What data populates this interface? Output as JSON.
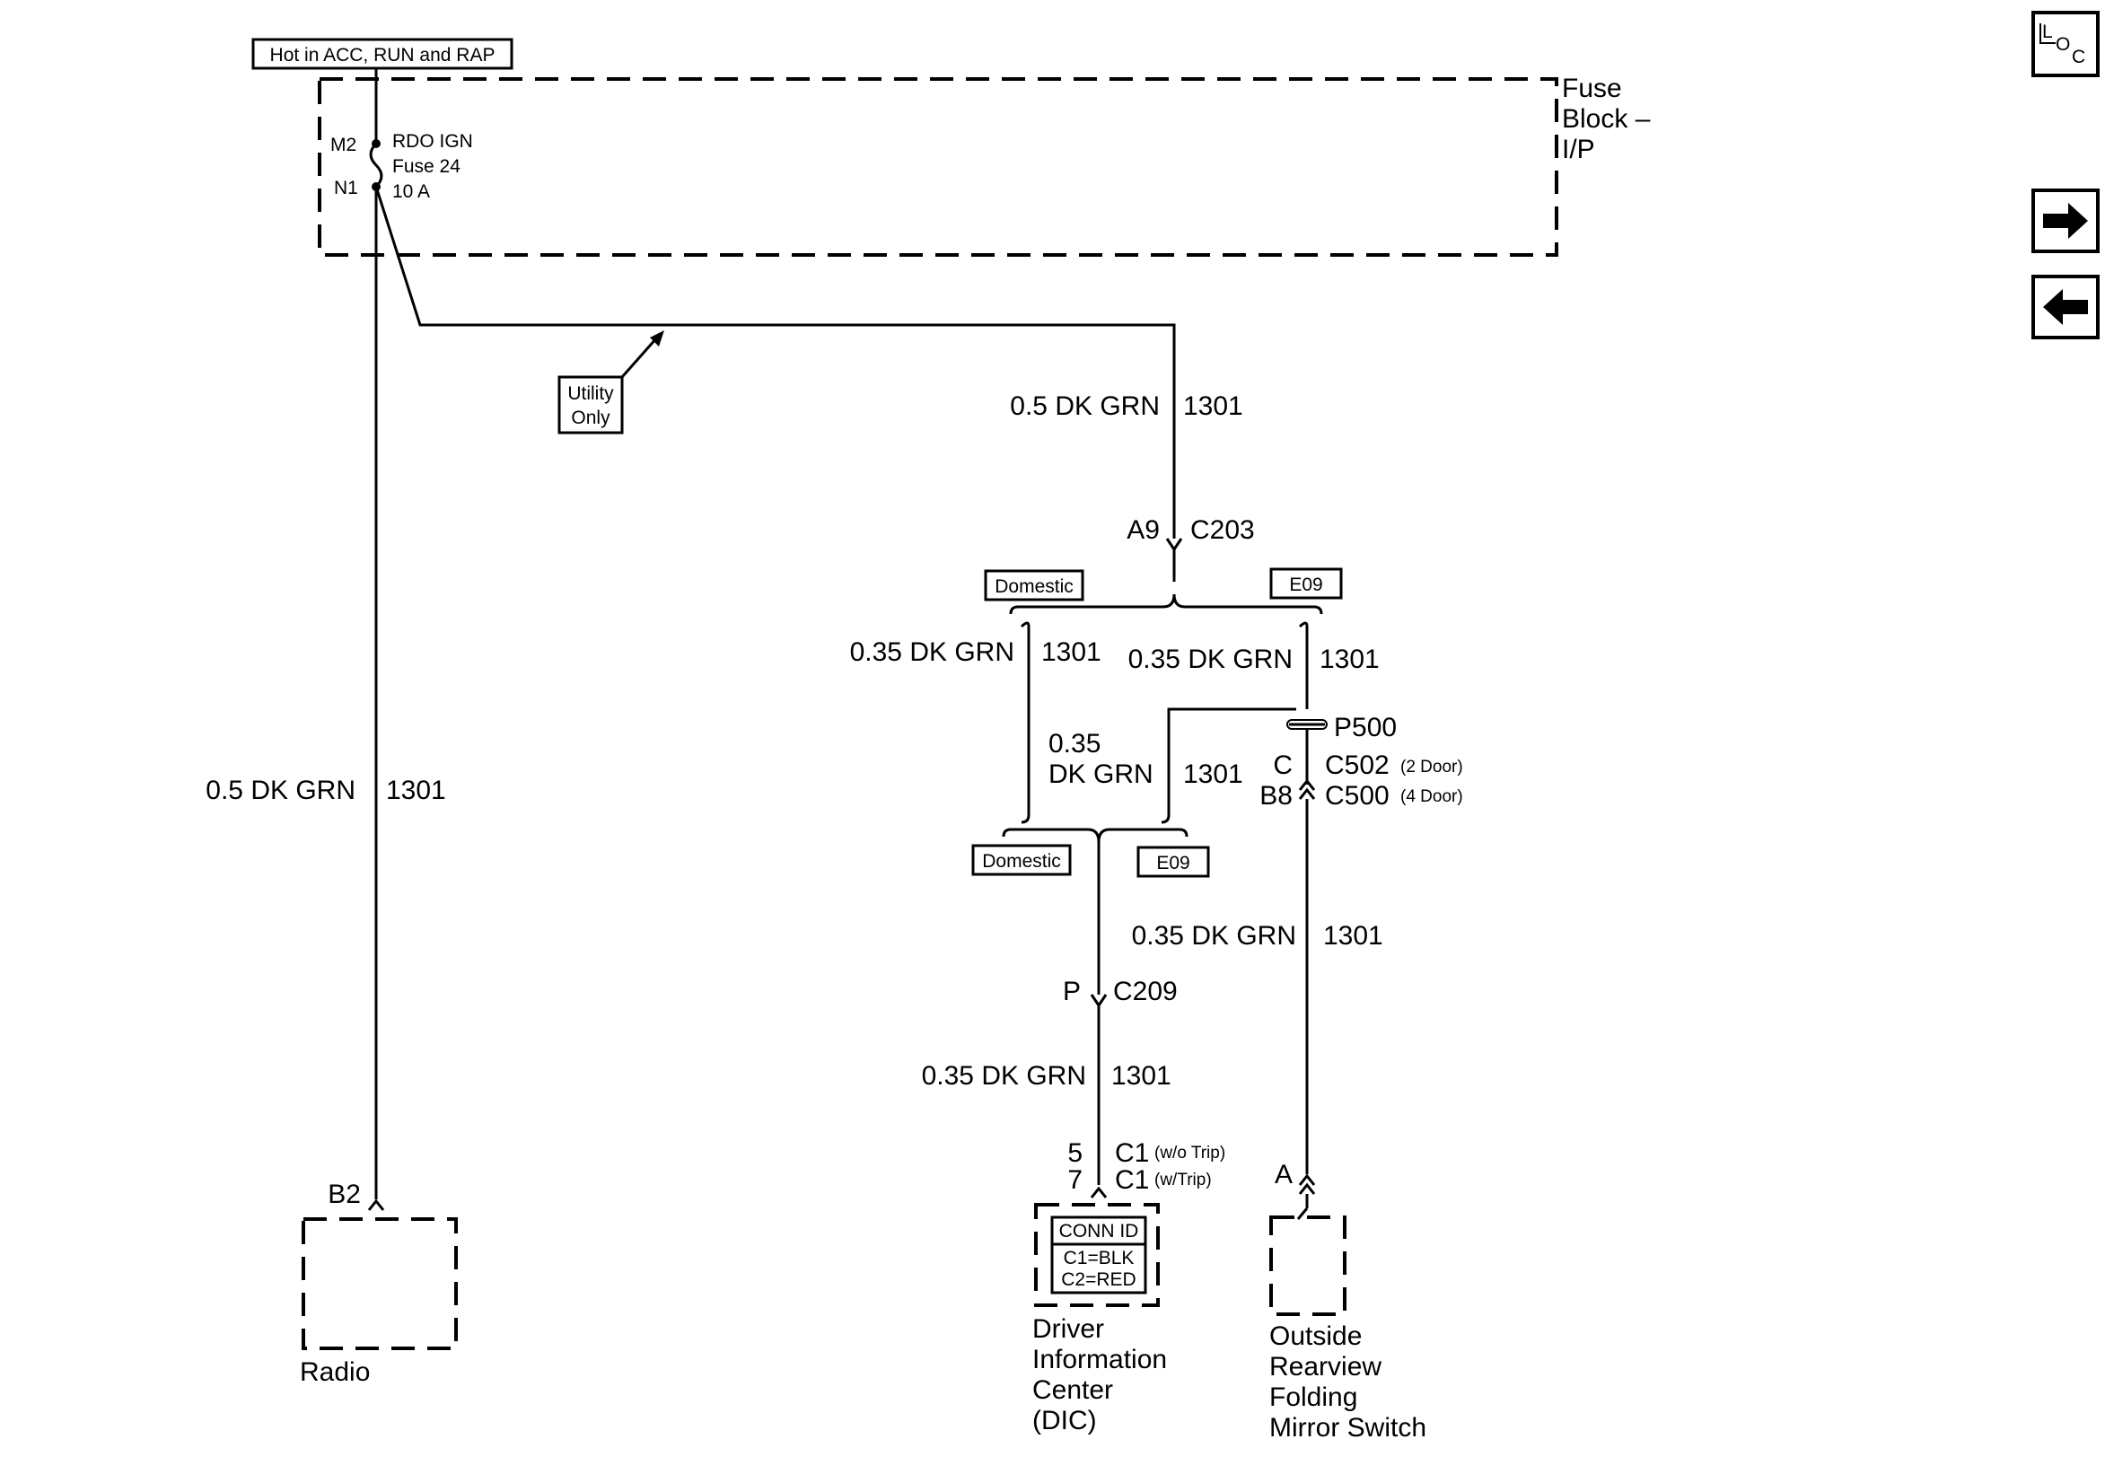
{
  "power_source": "Hot in ACC, RUN and RAP",
  "fuse_block": {
    "label_line1": "Fuse",
    "label_line2": "Block –",
    "label_line3": "I/P",
    "pin_top": "M2",
    "pin_bottom": "N1",
    "fuse_line1": "RDO IGN",
    "fuse_line2": "Fuse 24",
    "fuse_line3": "10 A"
  },
  "utility_note": {
    "line1": "Utility",
    "line2": "Only"
  },
  "wires": {
    "radio_feed": {
      "gauge_color": "0.5 DK GRN",
      "circuit": "1301"
    },
    "main_feed": {
      "gauge_color": "0.5 DK GRN",
      "circuit": "1301"
    },
    "left_branch": {
      "gauge_color": "0.35 DK GRN",
      "circuit": "1301"
    },
    "right_branch": {
      "gauge_color": "0.35 DK GRN",
      "circuit": "1301"
    },
    "mid_branch": {
      "gauge_line1": "0.35",
      "gauge_line2": "DK GRN",
      "circuit": "1301"
    },
    "mirror_feed": {
      "gauge_color": "0.35 DK GRN",
      "circuit": "1301"
    },
    "dic_feed": {
      "gauge_color": "0.35 DK GRN",
      "circuit": "1301"
    }
  },
  "connectors": {
    "c203": {
      "pin": "A9",
      "name": "C203"
    },
    "p500": {
      "name": "P500"
    },
    "c502": {
      "pin": "C",
      "name": "C502",
      "note": "(2 Door)"
    },
    "c500": {
      "pin": "B8",
      "name": "C500",
      "note": "(4 Door)"
    },
    "c209": {
      "pin": "P",
      "name": "C209"
    },
    "dic_c1_a": {
      "pin": "5",
      "name": "C1",
      "note": "(w/o Trip)"
    },
    "dic_c1_b": {
      "pin": "7",
      "name": "C1",
      "note": "(w/Trip)"
    },
    "radio_pin": "B2",
    "mirror_pin": "A"
  },
  "options": {
    "top_left": "Domestic",
    "top_right": "E09",
    "bottom_left": "Domestic",
    "bottom_right": "E09"
  },
  "components": {
    "radio": "Radio",
    "dic": {
      "line1": "Driver",
      "line2": "Information",
      "line3": "Center",
      "line4": "(DIC)"
    },
    "dic_conn_id": {
      "title": "CONN ID",
      "c1": "C1=BLK",
      "c2": "C2=RED"
    },
    "mirror": {
      "line1": "Outside",
      "line2": "Rearview",
      "line3": "Folding",
      "line4": "Mirror Switch"
    }
  },
  "nav": {
    "loc_icon": "location-icon",
    "next_icon": "arrow-right-icon",
    "prev_icon": "arrow-left-icon",
    "loc_l": "L",
    "loc_o": "O",
    "loc_c": "C"
  }
}
